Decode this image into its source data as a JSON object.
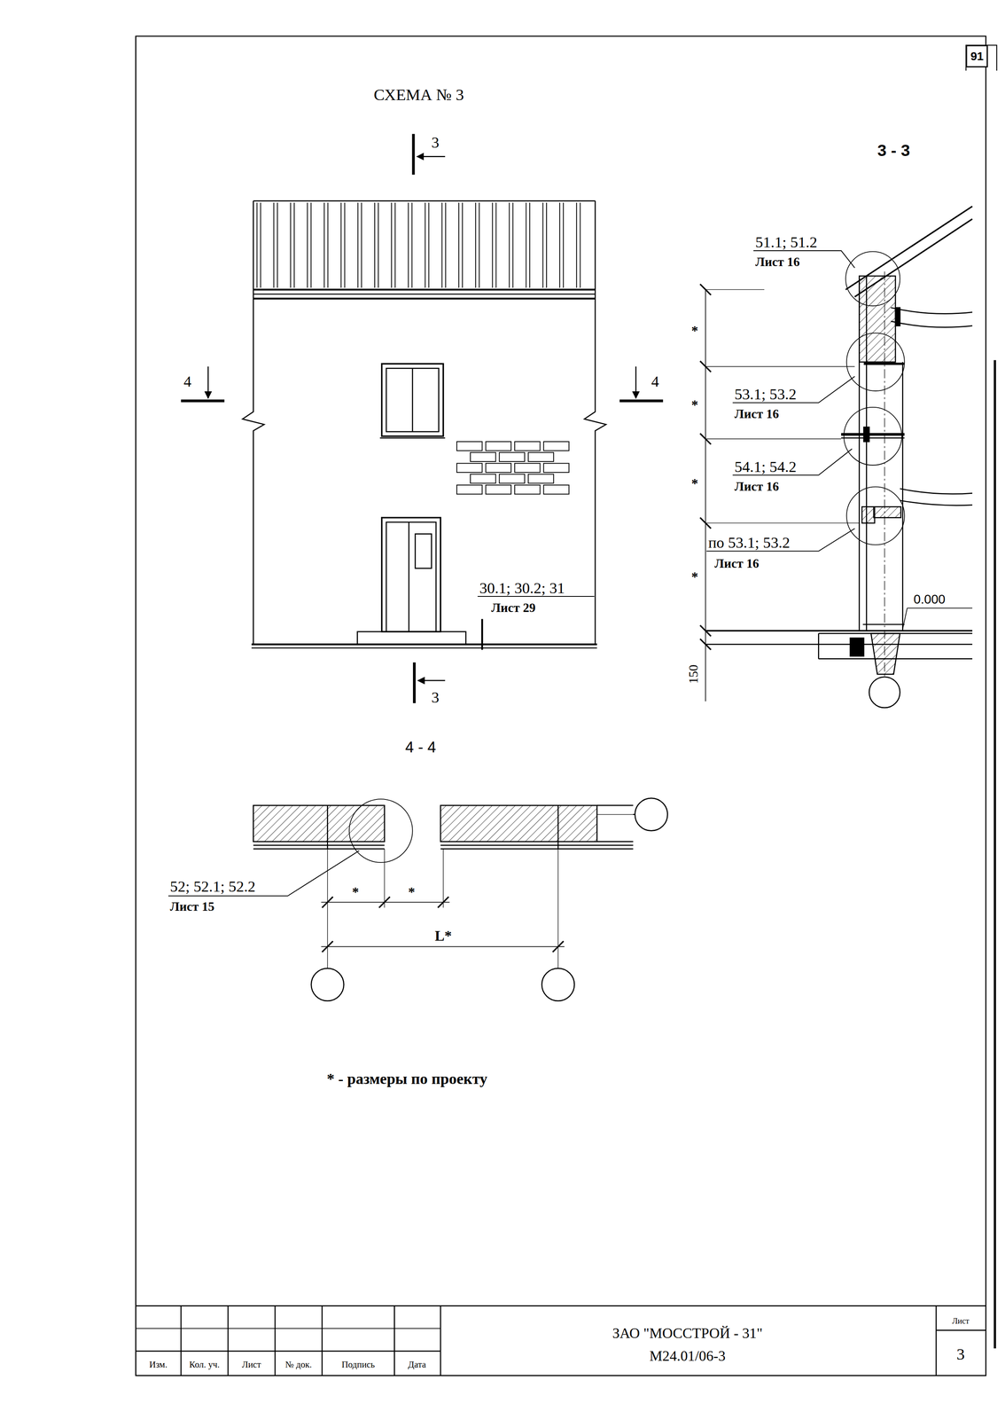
{
  "diagram": {
    "title": "СХЕМА № 3",
    "nodes": [
      {
        "text": [
          "91"
        ]
      }
    ],
    "labels": [
      "3",
      "3 - 3",
      "4",
      "4",
      "51.1; 51.2",
      "Лист 16",
      "53.1; 53.2",
      "Лист 16",
      "54.1; 54.2",
      "Лист 16",
      "по 53.1; 53.2",
      "Лист 16",
      "0.000",
      "*",
      "*",
      "*",
      "*",
      "150",
      "30.1; 30.2; 31",
      "Лист 29",
      "3",
      "4 - 4",
      "52; 52.1; 52.2",
      "Лист 15",
      "*",
      "*",
      "L*",
      "* - размеры по проекту",
      "Изм.",
      "Кол. уч.",
      "Лист",
      "№ док.",
      "Подпись",
      "Дата",
      "ЗАО \"МОССТРОЙ - 31\"",
      "М24.01/06-3",
      "Лист",
      "3"
    ]
  }
}
